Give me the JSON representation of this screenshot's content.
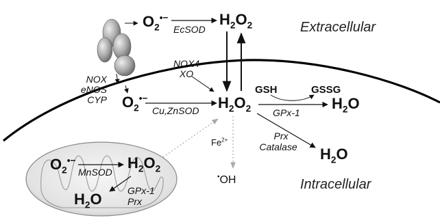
{
  "regions": {
    "extracellular": "Extracellular",
    "intracellular": "Intracellular"
  },
  "species": {
    "superoxide_ext": "O2•−",
    "h2o2_ext": "H2O2",
    "superoxide_cyto": "O2•−",
    "h2o2_cyto": "H2O2",
    "water_gpx": "H2O",
    "water_prx": "H2O",
    "hydroxyl": "•OH",
    "superoxide_mito": "O2•−",
    "h2o2_mito": "H2O2",
    "water_mito": "H2O"
  },
  "enzymes": {
    "ecsod": "EcSOD",
    "nox_membrane": "NOX",
    "enos": "eNOS",
    "cyp": "CYP",
    "cuznsod": "Cu,ZnSOD",
    "nox4": "NOX4",
    "xo": "XO",
    "gsh": "GSH",
    "gssg": "GSSG",
    "gpx1": "GPx-1",
    "prx": "Prx",
    "catalase": "Catalase",
    "fe": "Fe2+",
    "mnsod": "MnSOD",
    "gpx1_mito": "GPx-1",
    "prx_mito": "Prx"
  }
}
